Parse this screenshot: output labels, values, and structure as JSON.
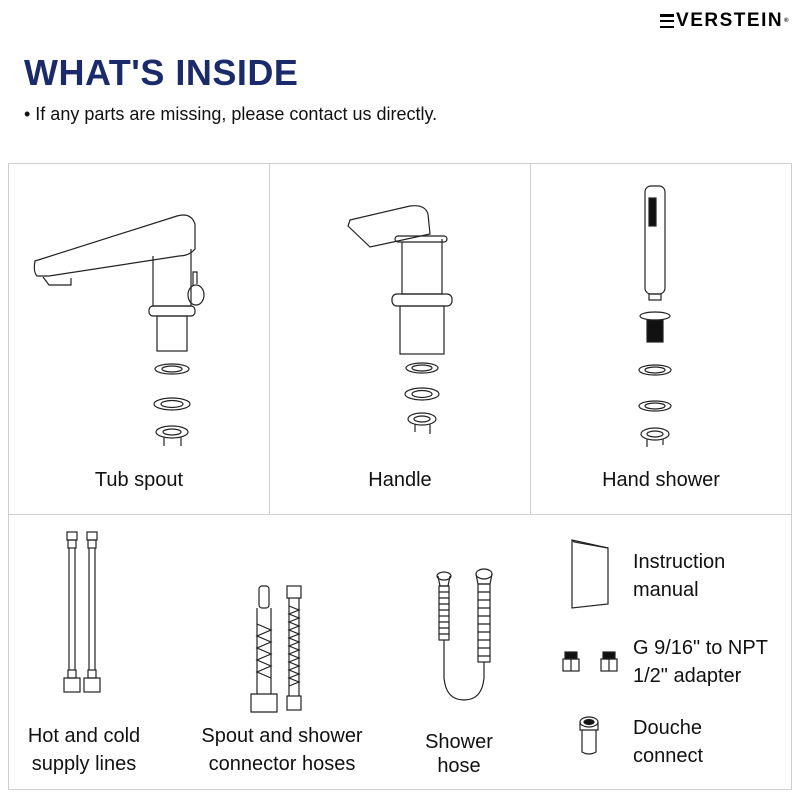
{
  "brand": {
    "name": "VERSTEIN",
    "mark": "®"
  },
  "header": {
    "title": "WHAT'S INSIDE",
    "note": "• If any parts are missing, please contact us directly."
  },
  "colors": {
    "title": "#1b2a6b",
    "border": "#cfcfcf",
    "text": "#111111"
  },
  "top_row": [
    {
      "label": "Tub spout",
      "icon": "tub-spout-icon"
    },
    {
      "label": "Handle",
      "icon": "handle-icon"
    },
    {
      "label": "Hand shower",
      "icon": "hand-shower-icon"
    }
  ],
  "bottom_row": {
    "supply_lines": {
      "line1": "Hot and cold",
      "line2": "supply lines",
      "icon": "supply-lines-icon"
    },
    "connector_hoses": {
      "line1": "Spout and shower",
      "line2": "connector hoses",
      "icon": "connector-hoses-icon"
    },
    "shower_hose": {
      "line1": "Shower",
      "line2": "hose",
      "icon": "shower-hose-icon"
    },
    "instruction_manual": {
      "line1": "Instruction",
      "line2": "manual",
      "icon": "manual-icon"
    },
    "adapter": {
      "line1": "G 9/16\" to NPT",
      "line2": "1/2\" adapter",
      "icon": "adapter-icon"
    },
    "douche_connect": {
      "line1": "Douche",
      "line2": "connect",
      "icon": "douche-connect-icon"
    }
  }
}
